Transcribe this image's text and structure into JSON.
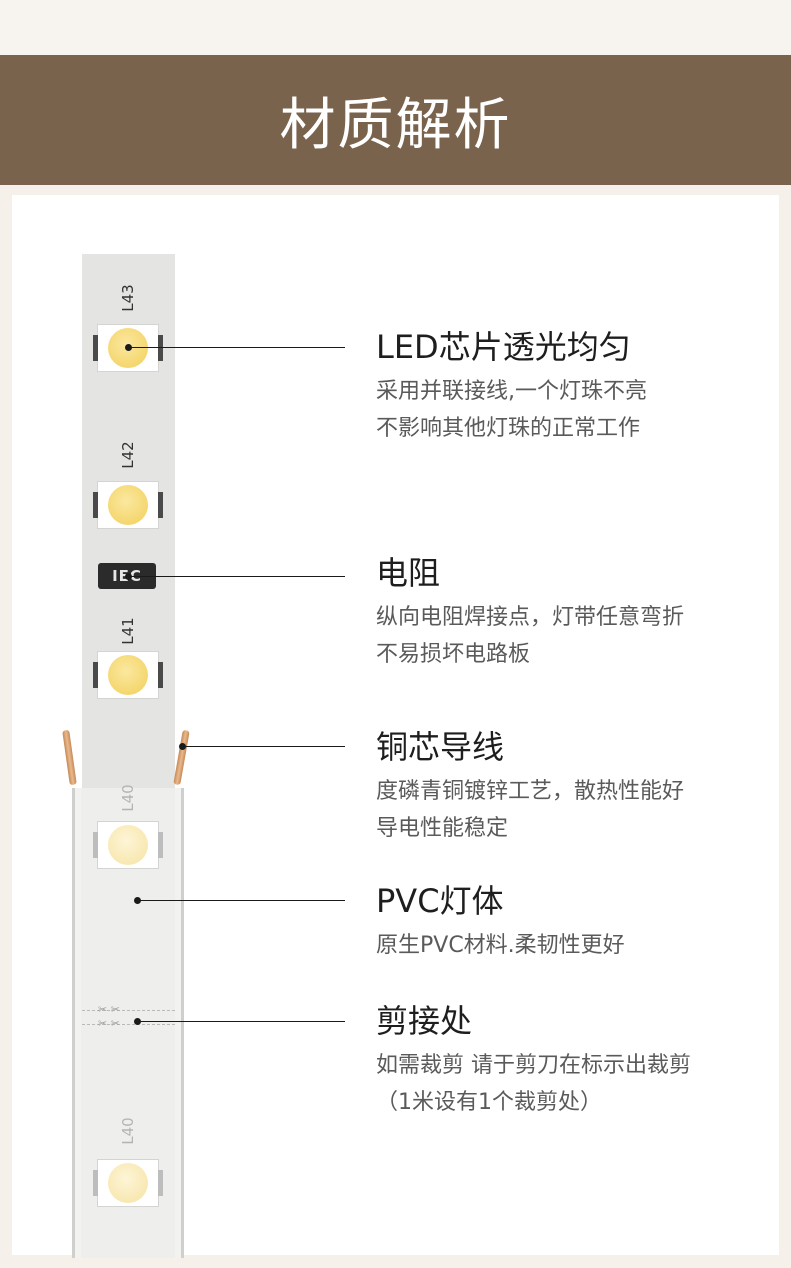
{
  "header": {
    "title": "材质解析"
  },
  "strip": {
    "leds": [
      {
        "label": "L43"
      },
      {
        "label": "L42"
      },
      {
        "label": "L41"
      },
      {
        "label": "L40"
      },
      {
        "label": "L40"
      }
    ],
    "resistor_text": "IEC"
  },
  "callouts": [
    {
      "title": "LED芯片透光均匀",
      "lines": [
        "采用并联接线,一个灯珠不亮",
        "不影响其他灯珠的正常工作"
      ]
    },
    {
      "title": "电阻",
      "lines": [
        "纵向电阻焊接点，灯带任意弯折",
        "不易损坏电路板"
      ]
    },
    {
      "title": "铜芯导线",
      "lines": [
        "度磷青铜镀锌工艺，散热性能好",
        "导电性能稳定"
      ]
    },
    {
      "title": "PVC灯体",
      "lines": [
        "原生PVC材料.柔韧性更好"
      ]
    },
    {
      "title": "剪接处",
      "lines": [
        "如需裁剪 请于剪刀在标示出裁剪",
        "（1米设有1个裁剪处）"
      ]
    }
  ],
  "colors": {
    "header_bg": "#7a634c",
    "led_yellow": "#f2cf5a"
  }
}
